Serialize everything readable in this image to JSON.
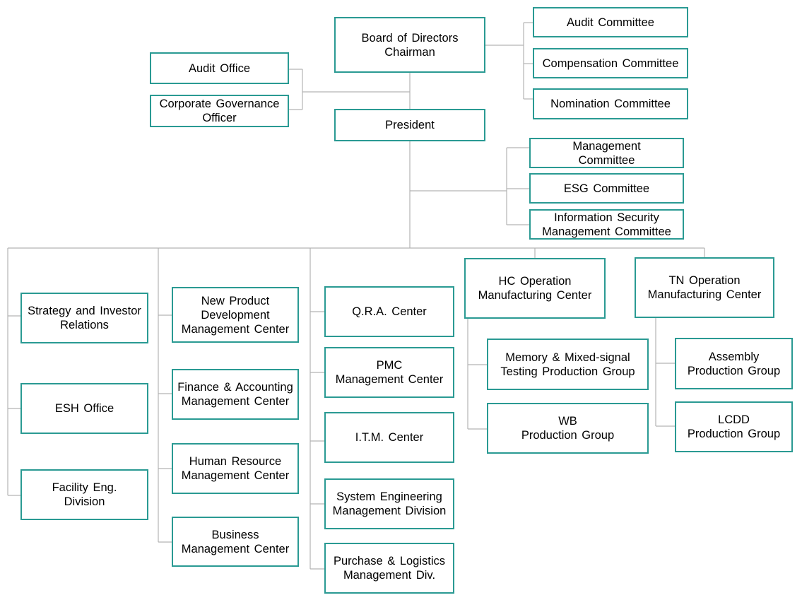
{
  "colors": {
    "border": "#2a9a93",
    "connector": "#b3b3b3",
    "text": "#000000"
  },
  "nodes": {
    "board": "Board of Directors\nChairman",
    "audit_committee": "Audit Committee",
    "compensation_committee": "Compensation Committee",
    "nomination_committee": "Nomination Committee",
    "audit_office": "Audit Office",
    "corporate_governance": "Corporate Governance\nOfficer",
    "president": "President",
    "management_committee": "Management\nCommittee",
    "esg_committee": "ESG Committee",
    "info_security_committee": "Information Security\nManagement Committee",
    "strategy_ir": "Strategy and Investor\nRelations",
    "esh_office": "ESH Office",
    "facility_eng": "Facility Eng.\nDivision",
    "new_product": "New Product\nDevelopment\nManagement Center",
    "finance": "Finance & Accounting\nManagement Center",
    "human_resource": "Human Resource\nManagement Center",
    "business": "Business\nManagement Center",
    "qra": "Q.R.A. Center",
    "pmc": "PMC\nManagement Center",
    "itm": "I.T.M. Center",
    "system_eng": "System Engineering\nManagement Division",
    "purchase": "Purchase & Logistics\nManagement Div.",
    "hc_operation": "HC Operation\nManufacturing Center",
    "memory_testing": "Memory & Mixed-signal\nTesting Production Group",
    "wb_group": "WB\nProduction Group",
    "tn_operation": "TN Operation\nManufacturing Center",
    "assembly_group": "Assembly\nProduction Group",
    "lcdd_group": "LCDD\nProduction Group"
  }
}
